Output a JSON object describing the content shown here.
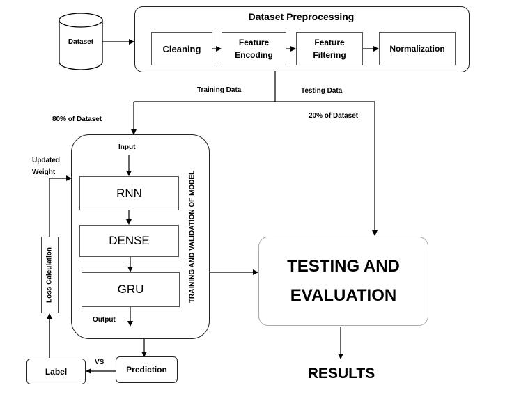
{
  "dataset_label": "Dataset",
  "preprocessing": {
    "title": "Dataset Preprocessing",
    "steps": [
      "Cleaning",
      "Feature Encoding",
      "Feature Filtering",
      "Normalization"
    ]
  },
  "split": {
    "training_label": "Training Data",
    "testing_label": "Testing Data",
    "train_pct_label": "80% of Dataset",
    "test_pct_label": "20% of Dataset"
  },
  "model": {
    "input_label": "Input",
    "layers": [
      "RNN",
      "DENSE",
      "GRU"
    ],
    "output_label": "Output",
    "side_title": "TRAINING AND VALIDATION OF MODEL"
  },
  "feedback": {
    "updated_weight_label": "Updated Weight",
    "loss_label": "Loss Calculation",
    "label_box": "Label",
    "vs_label": "VS",
    "prediction_box": "Prediction"
  },
  "evaluation": {
    "title": "TESTING AND EVALUATION",
    "results_label": "RESULTS"
  }
}
